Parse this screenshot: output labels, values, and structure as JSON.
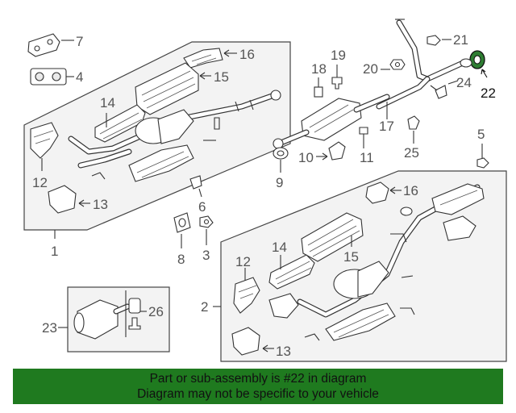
{
  "callouts": [
    {
      "id": "7",
      "label": "7"
    },
    {
      "id": "4",
      "label": "4"
    },
    {
      "id": "16a",
      "label": "16"
    },
    {
      "id": "15a",
      "label": "15"
    },
    {
      "id": "14a",
      "label": "14"
    },
    {
      "id": "12a",
      "label": "12"
    },
    {
      "id": "13a",
      "label": "13"
    },
    {
      "id": "1",
      "label": "1"
    },
    {
      "id": "18",
      "label": "18"
    },
    {
      "id": "19",
      "label": "19"
    },
    {
      "id": "20",
      "label": "20"
    },
    {
      "id": "21",
      "label": "21"
    },
    {
      "id": "22",
      "label": "22"
    },
    {
      "id": "24",
      "label": "24"
    },
    {
      "id": "17",
      "label": "17"
    },
    {
      "id": "10",
      "label": "10"
    },
    {
      "id": "9",
      "label": "9"
    },
    {
      "id": "11",
      "label": "11"
    },
    {
      "id": "25",
      "label": "25"
    },
    {
      "id": "5",
      "label": "5"
    },
    {
      "id": "6",
      "label": "6"
    },
    {
      "id": "8",
      "label": "8"
    },
    {
      "id": "3",
      "label": "3"
    },
    {
      "id": "16b",
      "label": "16"
    },
    {
      "id": "14b",
      "label": "14"
    },
    {
      "id": "15b",
      "label": "15"
    },
    {
      "id": "12b",
      "label": "12"
    },
    {
      "id": "2",
      "label": "2"
    },
    {
      "id": "13b",
      "label": "13"
    },
    {
      "id": "23",
      "label": "23"
    },
    {
      "id": "26",
      "label": "26"
    }
  ],
  "highlighted_part": "22",
  "highlight_color": "#2e7d32",
  "banner": {
    "line1": "Part or sub-assembly is #22 in diagram",
    "line2": "Diagram may not be specific to your vehicle",
    "background": "#1f7a1f"
  }
}
